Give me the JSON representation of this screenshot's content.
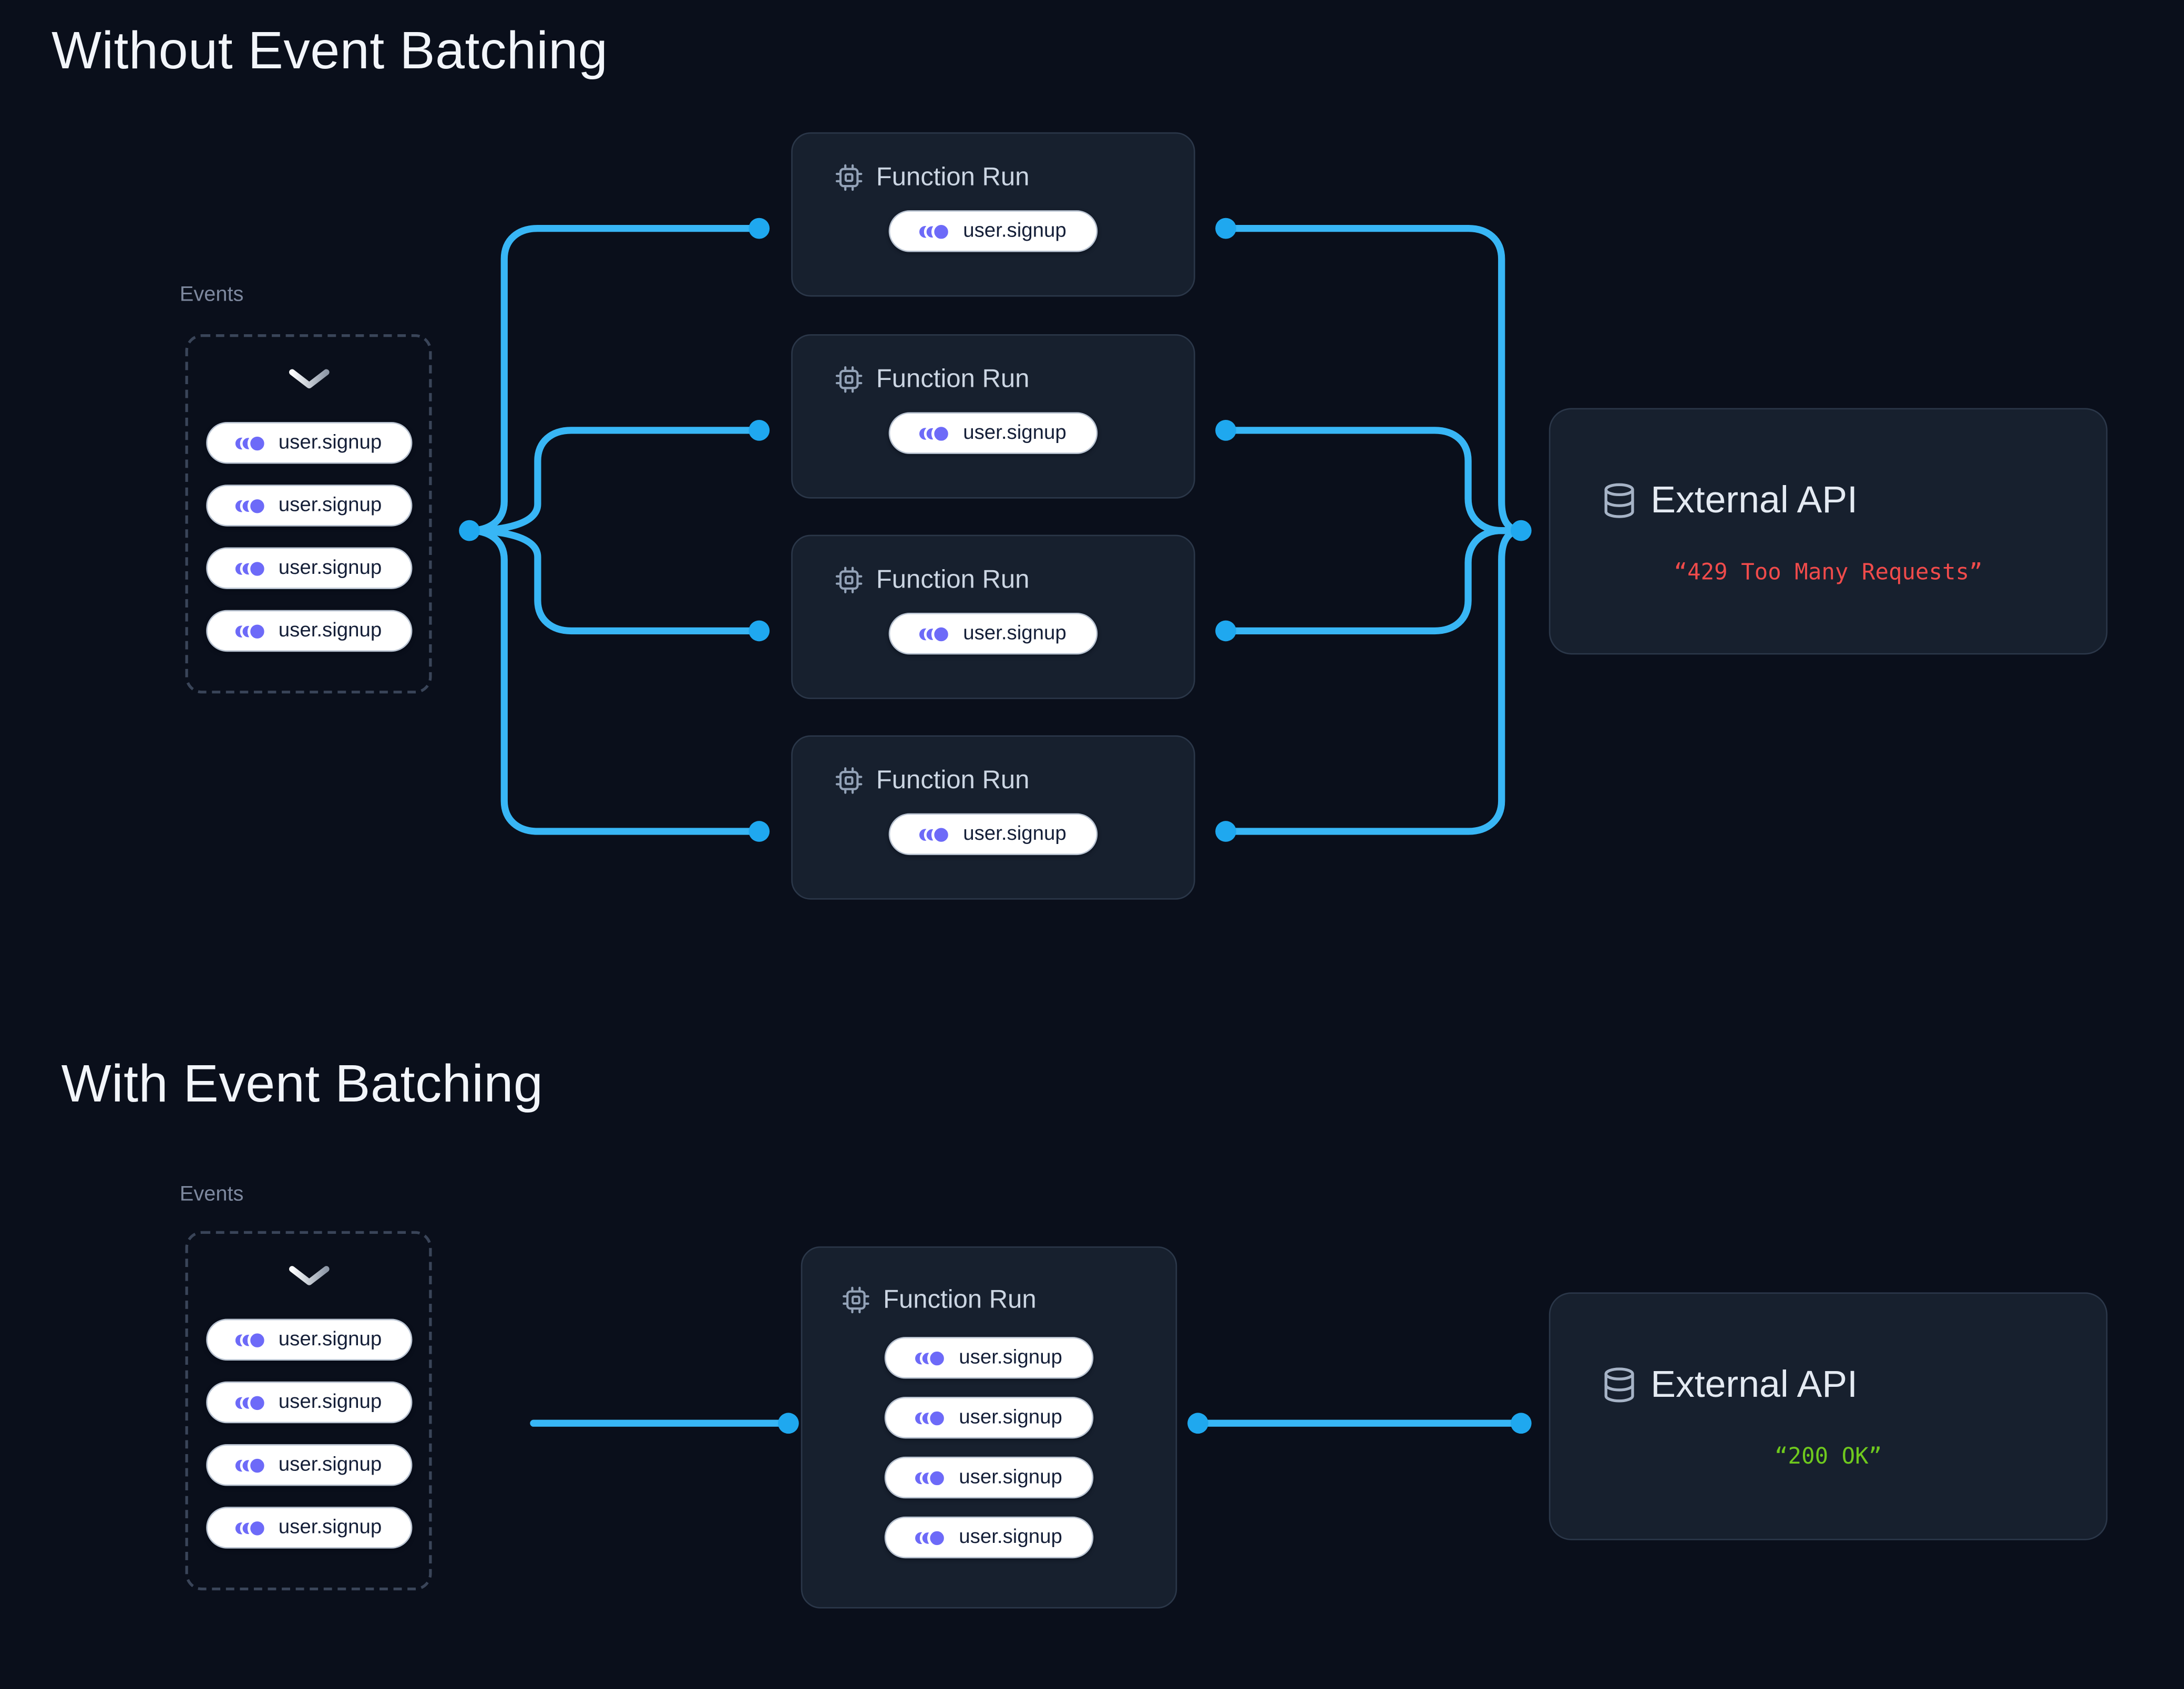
{
  "colors": {
    "background": "#0a0f1b",
    "card_background": "#17202e",
    "card_border": "#2b3749",
    "dashed_border": "#3a4559",
    "connector_blue": "#38b6f5",
    "event_purple": "#6d6af8",
    "pill_background": "#ffffff",
    "pill_text": "#151f38",
    "header_text": "#ccd6e3",
    "title_text": "#f2f5fa",
    "muted_label": "#7d889e",
    "error_red": "#f04b4b",
    "success_green": "#6fc91e"
  },
  "sections": [
    {
      "title": "Without Event Batching",
      "events": {
        "label": "Events",
        "icon": "chevron-down-icon",
        "pills": [
          "user.signup",
          "user.signup",
          "user.signup",
          "user.signup"
        ]
      },
      "function_runs": [
        {
          "icon": "cpu-icon",
          "title": "Function Run",
          "pills": [
            "user.signup"
          ]
        },
        {
          "icon": "cpu-icon",
          "title": "Function Run",
          "pills": [
            "user.signup"
          ]
        },
        {
          "icon": "cpu-icon",
          "title": "Function Run",
          "pills": [
            "user.signup"
          ]
        },
        {
          "icon": "cpu-icon",
          "title": "Function Run",
          "pills": [
            "user.signup"
          ]
        }
      ],
      "external_api": {
        "icon": "database-icon",
        "title": "External API",
        "status": "“429 Too Many Requests”",
        "status_color": "#f04b4b"
      }
    },
    {
      "title": "With Event Batching",
      "events": {
        "label": "Events",
        "icon": "chevron-down-icon",
        "pills": [
          "user.signup",
          "user.signup",
          "user.signup",
          "user.signup"
        ]
      },
      "function_runs": [
        {
          "icon": "cpu-icon",
          "title": "Function Run",
          "pills": [
            "user.signup",
            "user.signup",
            "user.signup",
            "user.signup"
          ]
        }
      ],
      "external_api": {
        "icon": "database-icon",
        "title": "External API",
        "status": "“200 OK”",
        "status_color": "#6fc91e"
      }
    }
  ]
}
